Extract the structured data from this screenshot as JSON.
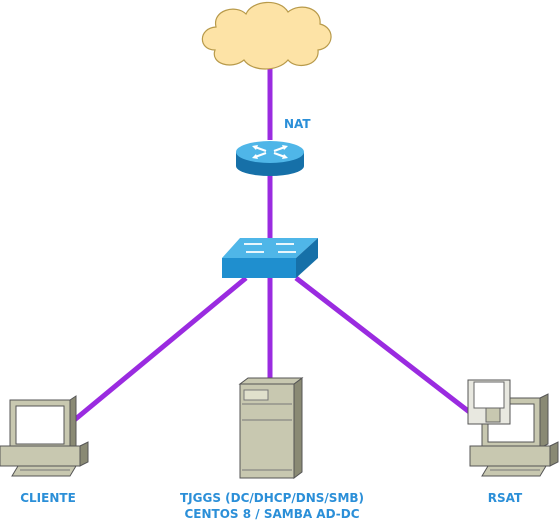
{
  "colors": {
    "link": "#9a2be0",
    "label": "#2b8fd8",
    "cloud_fill": "#fde3a6",
    "cloud_stroke": "#b89a4a",
    "device_blue": "#1f8fcf",
    "device_blue_dark": "#1670a8",
    "device_blue_top": "#4fb6e8",
    "pc_beige": "#c8c8b0",
    "pc_dark": "#8a8a74"
  },
  "nodes": {
    "internet": {
      "icon": "cloud-icon"
    },
    "router": {
      "icon": "router-icon",
      "label": "NAT"
    },
    "switch": {
      "icon": "switch-icon"
    },
    "client": {
      "icon": "workstation-icon",
      "label": "CLIENTE"
    },
    "server": {
      "icon": "server-tower-icon",
      "label_line1": "TJGGS (DC/DHCP/DNS/SMB)",
      "label_line2": "CENTOS 8 / SAMBA AD-DC"
    },
    "rsat": {
      "icon": "workstation-floppy-icon",
      "label": "RSAT"
    }
  },
  "links": [
    {
      "from": "internet",
      "to": "router"
    },
    {
      "from": "router",
      "to": "switch"
    },
    {
      "from": "switch",
      "to": "client"
    },
    {
      "from": "switch",
      "to": "server"
    },
    {
      "from": "switch",
      "to": "rsat"
    }
  ]
}
